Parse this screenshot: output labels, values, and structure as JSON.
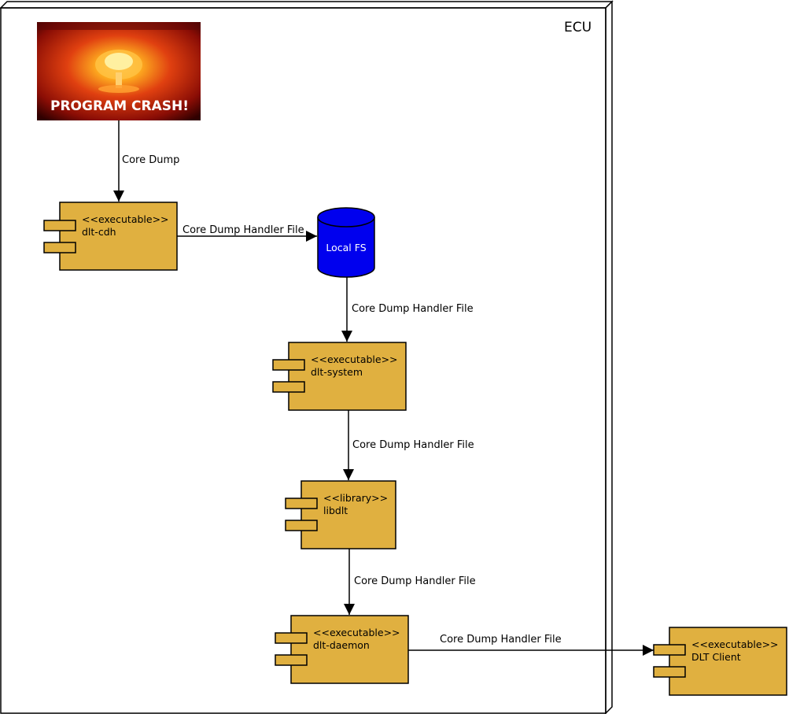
{
  "node": {
    "label": "ECU"
  },
  "crash": {
    "label": "PROGRAM CRASH!"
  },
  "storage": {
    "label": "Local FS"
  },
  "components": {
    "cdh": {
      "stereotype": "<<executable>>",
      "name": "dlt-cdh"
    },
    "system": {
      "stereotype": "<<executable>>",
      "name": "dlt-system"
    },
    "libdlt": {
      "stereotype": "<<library>>",
      "name": "libdlt"
    },
    "daemon": {
      "stereotype": "<<executable>>",
      "name": "dlt-daemon"
    },
    "client": {
      "stereotype": "<<executable>>",
      "name": "DLT Client"
    }
  },
  "edges": {
    "crash_to_cdh": "Core Dump",
    "cdh_to_fs": "Core Dump Handler File",
    "fs_to_system": "Core Dump Handler File",
    "system_to_libdlt": "Core Dump Handler File",
    "libdlt_to_daemon": "Core Dump Handler File",
    "daemon_to_client": "Core Dump Handler File"
  },
  "colors": {
    "component_fill": "#e0b040",
    "storage_fill": "#0000ee",
    "stroke": "#000000"
  }
}
